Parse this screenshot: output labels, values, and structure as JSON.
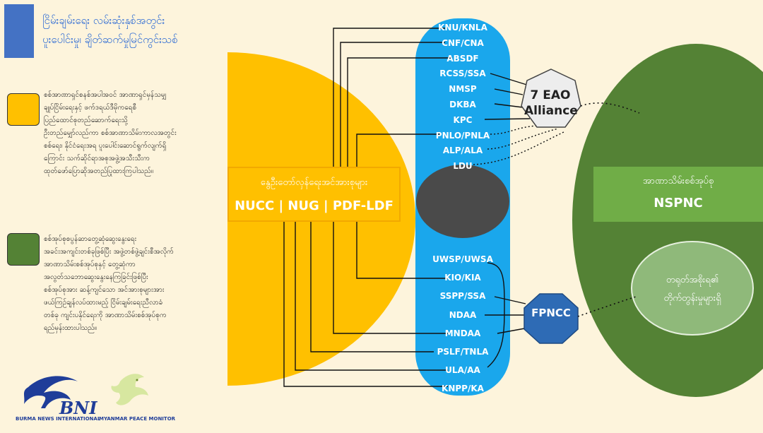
{
  "title": {
    "line1": "ငြိမ်းချမ်းရေး လမ်းဆုံးနှစ်အတွင်း",
    "line2": "ပူးပေါင်းမှု၊ ချိတ်ဆက်မှုမြင်ကွင်းသစ်"
  },
  "legend": [
    {
      "color": "#ffc000",
      "lines": [
        "စစ်အာဏာရှင်စနစ်အပါအဝင် အာဏာရှင်မှန်သမျှ",
        "ချုပ်ငြိမ်းရေးနှင့် ဖက်ဒရယ်ဒီမိုကရေစီ",
        "ပြည်ထောင်စုတည်ဆောက်ရေးသို့",
        "ဦးတည်မျှော်လည်ကာ စစ်အာဏာသိမ်းကာလအတွင်း",
        "စစ်ရေး၊ နိုင်ငံရေးအရ ပူးပေါင်းဆောင်ရွက်လျက်ရှိ",
        "ကြောင်း သက်ဆိုင်ရာအစုအဖွဲ့အသီးသီးက",
        "ထုတ်ဖော်ပြောဆိုအတည်ပြုထားကြပါသည်။"
      ]
    },
    {
      "color": "#548235",
      "lines": [
        "စစ်အုပ်စုစပွန်ဆာတွေ့ဆုံဆွေးနွေးရေး",
        "အခင်းအကျင်းတစ်ခုဖြစ်ပြီး အဖွဲ့တစ်ဖွဲ့ချင်းစီအလိုက်",
        "အာဏာသိမ်းစစ်အုပ်စုနှင့် တွေ့ဆုံကာ",
        "အလွတ်သဘောဆွေးနွေးနေကြခြင်းဖြစ်ပြီး",
        "စစ်အုပ်စုအား ဆန့်ကျင်သော အင်အားစုများအား",
        "ဖယ်ကြဉ်ချန်လပ်ထားမည့် ငြိမ်းချမ်းရေးညီလာခံ",
        "တစ်ခု ကျင်းပနိုင်ရေးကို အာဏာသိမ်းစစ်အုပ်စုက",
        "ရည်မှန်းထားပါသည်။"
      ]
    }
  ],
  "center_box": {
    "line1": "နွေဦးတော်လှန်ရေးအင်အားစုများ",
    "line2": "NUCC | NUG | PDF-LDF"
  },
  "top_orgs": [
    "KNU/KNLA",
    "CNF/CNA",
    "ABSDF",
    "RCSS/SSA",
    "NMSP",
    "DKBA",
    "KPC",
    "PNLO/PNLA",
    "ALP/ALA",
    "LDU"
  ],
  "bottom_orgs": [
    "UWSP/UWSA",
    "KIO/KIA",
    "SSPP/SSA",
    "NDAA",
    "MNDAA",
    "PSLF/TNLA",
    "ULA/AA",
    "KNPP/KA"
  ],
  "alliance": {
    "label": "7 EAO Alliance"
  },
  "fpncc": {
    "label": "FPNCC"
  },
  "nspnc": {
    "line1": "အာဏာသိမ်းစစ်အုပ်စု",
    "line2": "NSPNC"
  },
  "inner_circle": {
    "line1": "တရုတ်အစိုးရ၏",
    "line2": "တိုက်တွန်းမှုများရှိ"
  },
  "logos": {
    "bni_mark": "BNI",
    "bni_text": "BURMA NEWS INTERNATIONAL",
    "mpm_text": "MYANMAR PEACE MONITOR"
  },
  "colors": {
    "background": "#fdf4dc",
    "yellow": "#ffc000",
    "blue_pill": "#1aa7ec",
    "green": "#548235",
    "green_box": "#70ad47",
    "title_blue": "#4472c4",
    "fpncc": "#2e6bb5",
    "ellipse": "#4a4a4a"
  }
}
